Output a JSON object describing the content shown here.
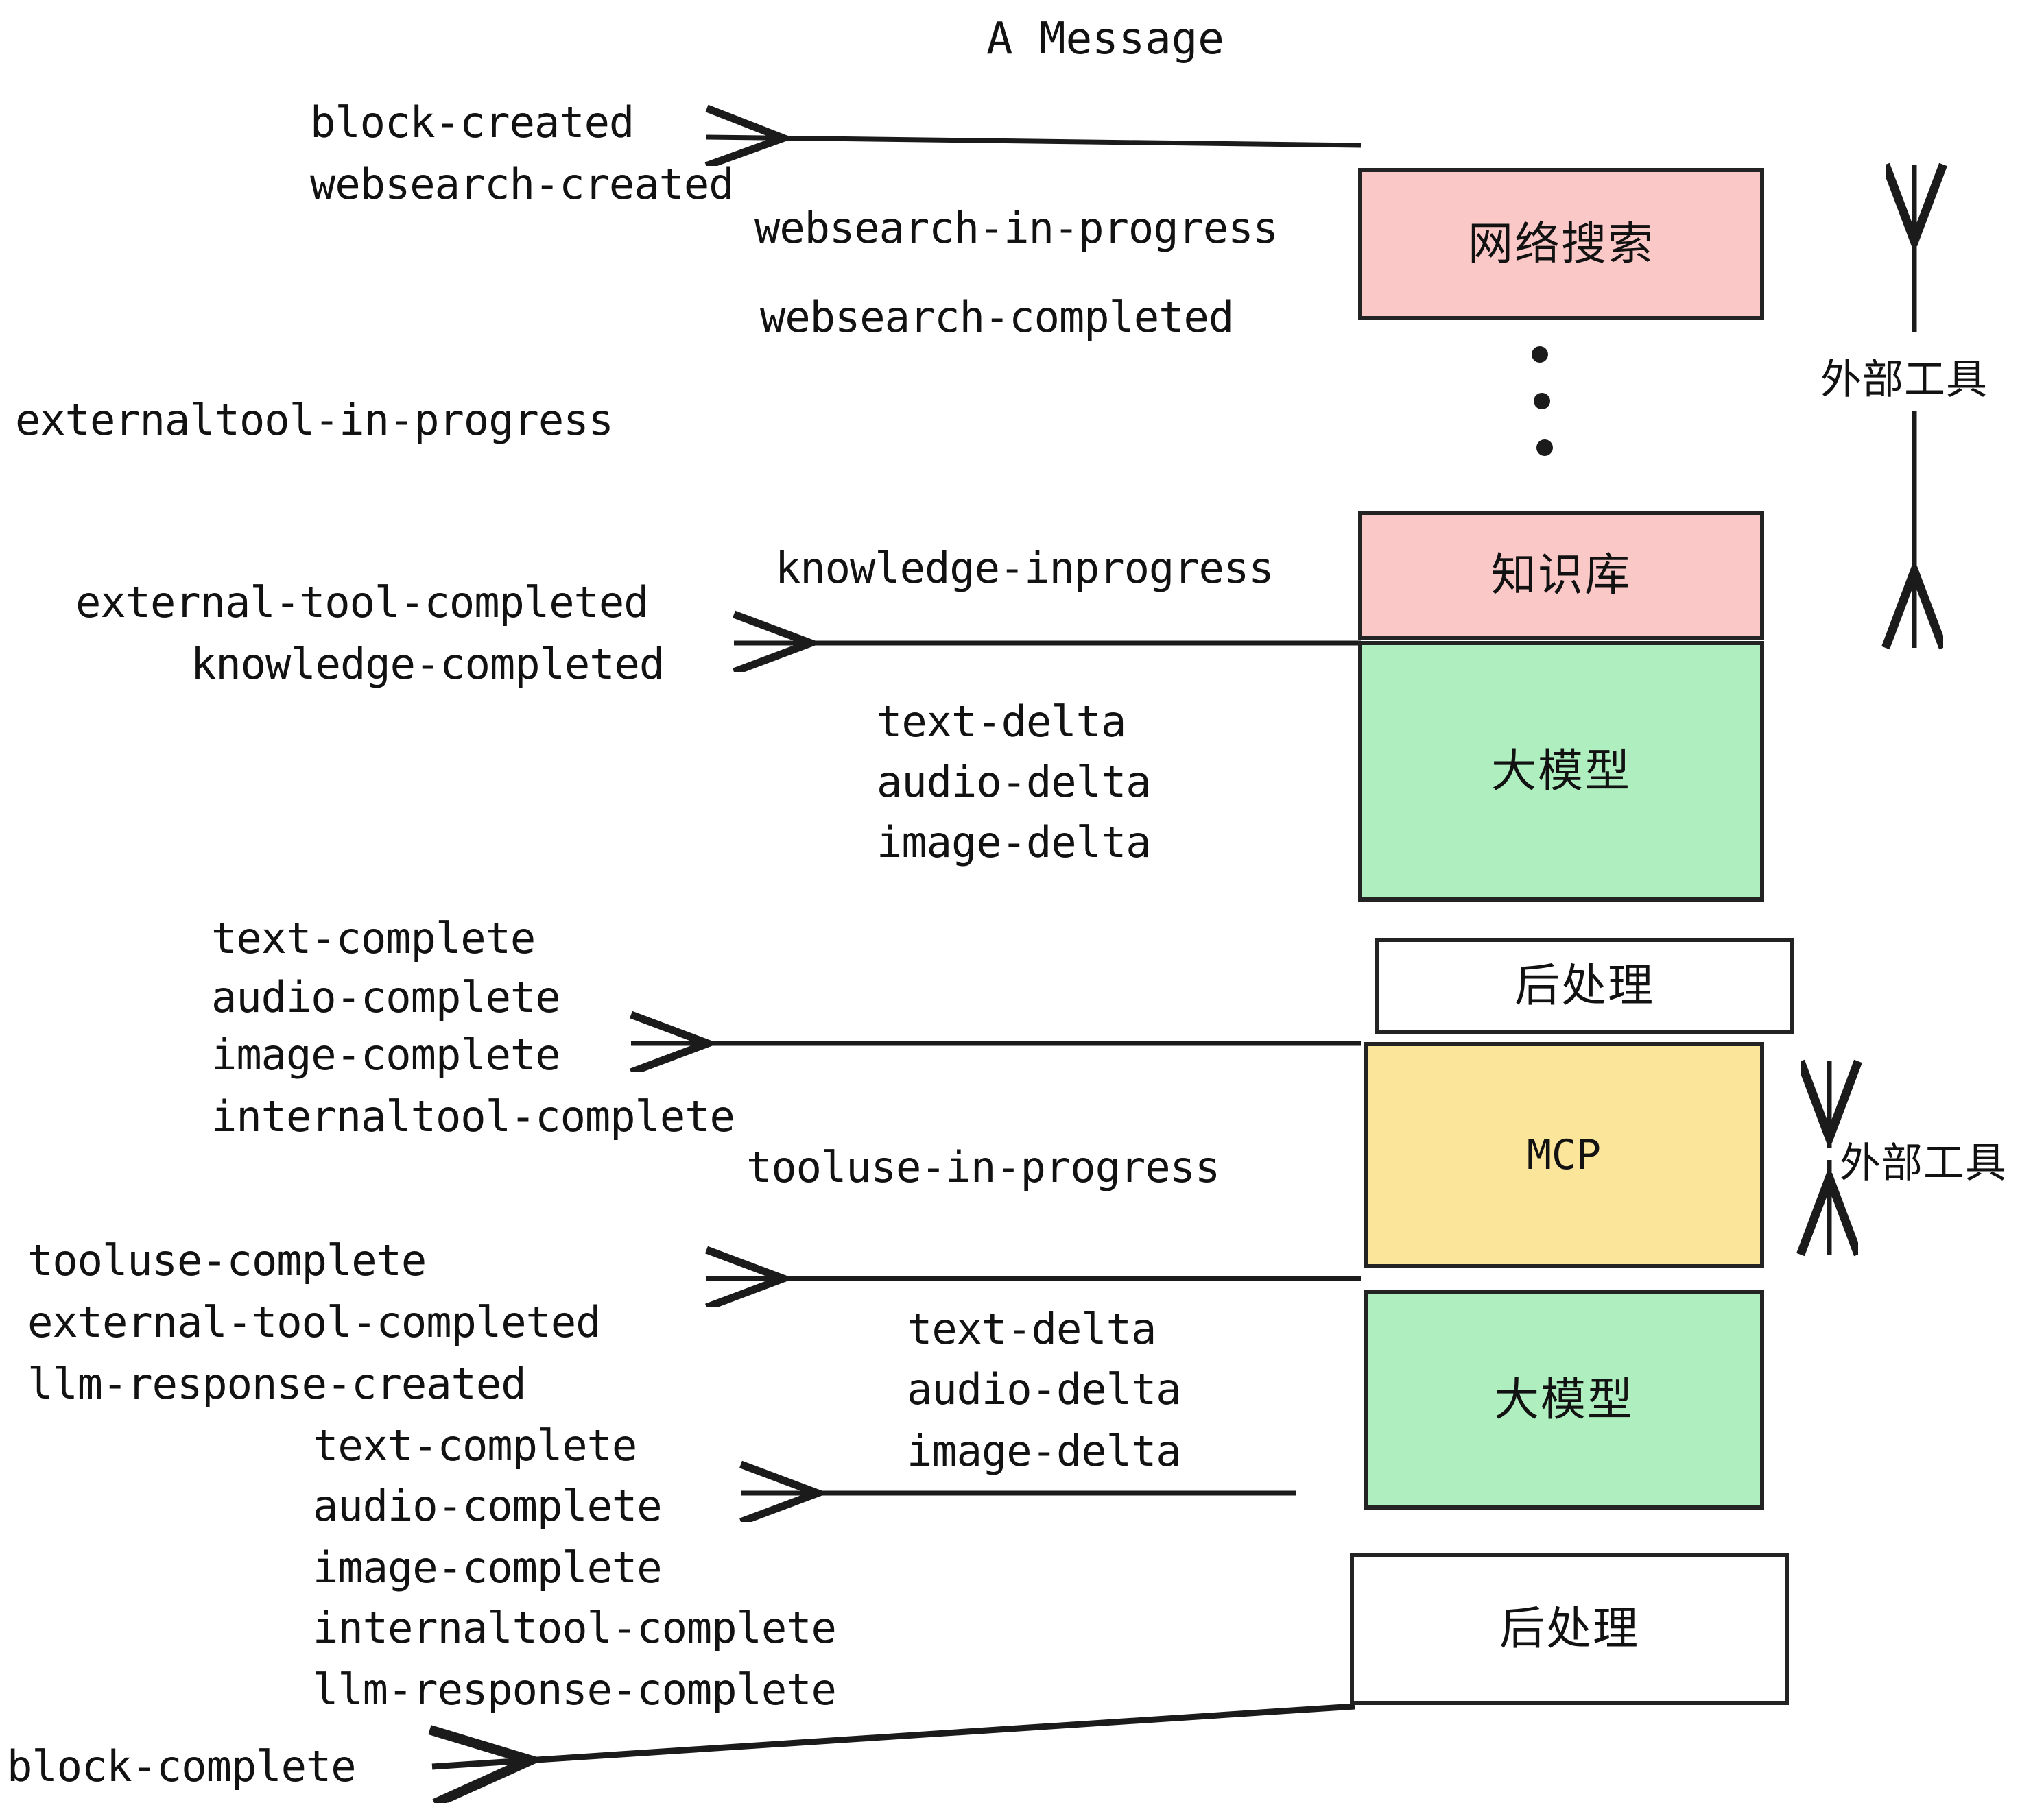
{
  "title": "A Message",
  "colors": {
    "pink": "#FBC8C8",
    "green": "#AFEFBF",
    "yellow": "#FBE59B",
    "white": "#FFFFFF",
    "stroke": "#232323",
    "text": "#121212"
  },
  "boxes": [
    {
      "label": "网络搜索",
      "fill": "#FBC8C8"
    },
    {
      "label": "知识库",
      "fill": "#FBC8C8"
    },
    {
      "label": "大模型",
      "fill": "#AFEFBF"
    },
    {
      "label": "后处理",
      "fill": "#FFFFFF"
    },
    {
      "label": "MCP",
      "fill": "#FBE59B"
    },
    {
      "label": "大模型",
      "fill": "#AFEFBF"
    },
    {
      "label": "后处理",
      "fill": "#FFFFFF"
    }
  ],
  "side_labels": [
    {
      "label": "外部工具"
    },
    {
      "label": "外部工具"
    }
  ],
  "events": {
    "block_created": "block-created",
    "websearch_created": "websearch-created",
    "websearch_in_progress": "websearch-in-progress",
    "websearch_completed": "websearch-completed",
    "externaltool_in_progress": "externaltool-in-progress",
    "knowledge_inprogress": "knowledge-inprogress",
    "external_tool_completed": "external-tool-completed",
    "knowledge_completed": "knowledge-completed",
    "text_delta": "text-delta",
    "audio_delta": "audio-delta",
    "image_delta": "image-delta",
    "text_complete": "text-complete",
    "audio_complete": "audio-complete",
    "image_complete": "image-complete",
    "internaltool_complete": "internaltool-complete",
    "tooluse_in_progress": "tooluse-in-progress",
    "tooluse_complete": "tooluse-complete",
    "external_tool_completed_2": "external-tool-completed",
    "llm_response_created": "llm-response-created",
    "text_complete_2": "text-complete",
    "audio_complete_2": "audio-complete",
    "image_complete_2": "image-complete",
    "internaltool_complete_2": "internaltool-complete",
    "llm_response_complete": "llm-response-complete",
    "text_delta_2": "text-delta",
    "audio_delta_2": "audio-delta",
    "image_delta_2": "image-delta",
    "block_complete": "block-complete"
  }
}
